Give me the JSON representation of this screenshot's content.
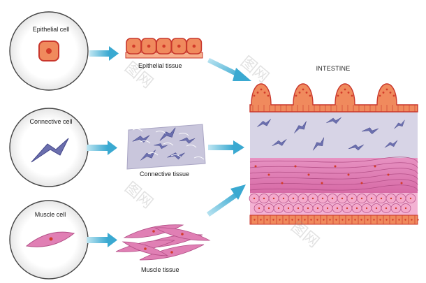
{
  "labels": {
    "epithelial_cell": "Epithelial cell",
    "epithelial_tissue": "Epithelial tissue",
    "connective_cell": "Connective cell",
    "connective_tissue": "Connective tissue",
    "muscle_cell": "Muscle cell",
    "muscle_tissue": "Muscle tissue",
    "intestine": "INTESTINE"
  },
  "colors": {
    "epithelial_fill": "#f08a5d",
    "epithelial_border": "#c9372c",
    "nucleus": "#d23b2a",
    "connective_cell": "#6b6fae",
    "connective_bg": "#c9c6dc",
    "muscle_fill": "#e07fb4",
    "muscle_border": "#b34f87",
    "arrow": "#4fb8d8",
    "circle_stroke": "#444444"
  },
  "watermark": "图网"
}
